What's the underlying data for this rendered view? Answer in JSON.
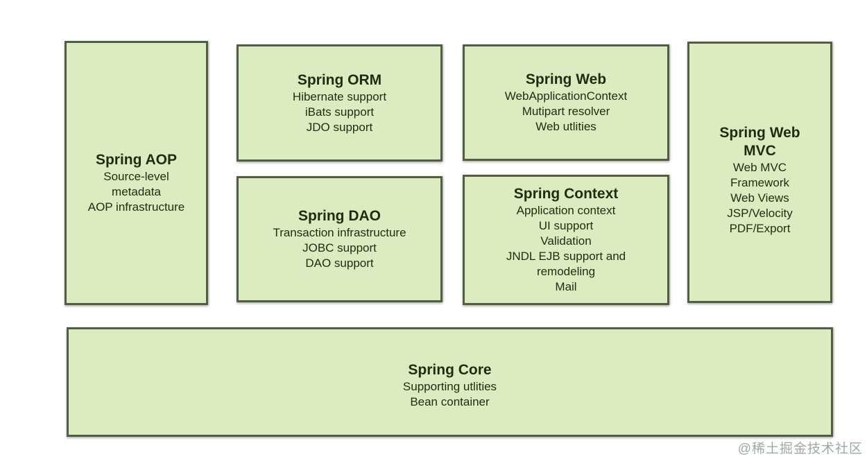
{
  "palette": {
    "box_fill": "#dcecc0",
    "box_border": "#525d47",
    "text_color": "#1e2c10",
    "watermark_color": "#a2a6a9",
    "page_bg": "#ffffff"
  },
  "watermark": "@稀土掘金技术社区",
  "modules": {
    "aop": {
      "title": "Spring AOP",
      "lines": [
        "Source-level",
        "metadata",
        "AOP infrastructure"
      ]
    },
    "orm": {
      "title": "Spring ORM",
      "lines": [
        "Hibernate support",
        "iBats support",
        "JDO support"
      ]
    },
    "web": {
      "title": "Spring Web",
      "lines": [
        "WebApplicationContext",
        "Mutipart resolver",
        "Web utlities"
      ]
    },
    "webmvc": {
      "title_lines": [
        "Spring Web",
        "MVC"
      ],
      "lines": [
        "Web MVC",
        "Framework",
        "Web Views",
        "JSP/Velocity",
        "PDF/Export"
      ]
    },
    "dao": {
      "title": "Spring DAO",
      "lines": [
        "Transaction infrastructure",
        "JOBC support",
        "DAO support"
      ]
    },
    "context": {
      "title": "Spring Context",
      "lines": [
        "Application context",
        "UI support",
        "Validation",
        "JNDL EJB support and",
        "remodeling",
        "Mail"
      ]
    },
    "core": {
      "title": "Spring Core",
      "lines": [
        "Supporting utlities",
        "Bean container"
      ]
    }
  }
}
